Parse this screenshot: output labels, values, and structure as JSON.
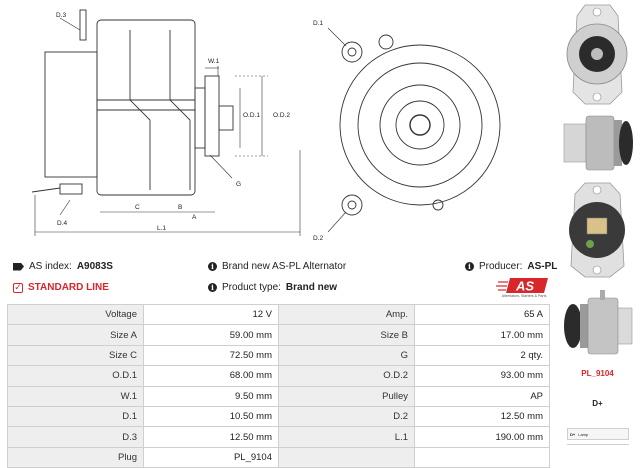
{
  "drawing_labels": {
    "d3": "D.3",
    "w1": "W.1",
    "od1": "O.D.1",
    "od2": "O.D.2",
    "g": "G",
    "d4": "D.4",
    "c": "C",
    "b": "B",
    "a": "A",
    "l1": "L.1",
    "d1": "D.1",
    "d2": "D.2"
  },
  "info": {
    "as_index_label": "AS index:",
    "as_index_value": "A9083S",
    "standard_line": "STANDARD LINE",
    "brand_new_text": "Brand new AS-PL Alternator",
    "product_type_label": "Product type:",
    "product_type_value": "Brand new",
    "producer_label": "Producer:",
    "producer_value": "AS-PL"
  },
  "logo": {
    "text": "AS",
    "subtitle": "Alternators, Starters & Parts"
  },
  "specs": [
    [
      "Voltage",
      "12 V",
      "Amp.",
      "65 A"
    ],
    [
      "Size A",
      "59.00 mm",
      "Size B",
      "17.00 mm"
    ],
    [
      "Size C",
      "72.50 mm",
      "G",
      "2 qty."
    ],
    [
      "O.D.1",
      "68.00 mm",
      "O.D.2",
      "93.00 mm"
    ],
    [
      "W.1",
      "9.50 mm",
      "Pulley",
      "AP"
    ],
    [
      "D.1",
      "10.50 mm",
      "D.2",
      "12.50 mm"
    ],
    [
      "D.3",
      "12.50 mm",
      "L.1",
      "190.00 mm"
    ],
    [
      "Plug",
      "PL_9104",
      "",
      ""
    ]
  ],
  "sidebar": {
    "plug_label": "PL_9104",
    "terminal": "D+",
    "pin_label": "D+",
    "pin_desc": "Lamp"
  },
  "colors": {
    "accent_red": "#d9262b",
    "label_bg": "#eeeeee",
    "border": "#cfcfcf"
  }
}
